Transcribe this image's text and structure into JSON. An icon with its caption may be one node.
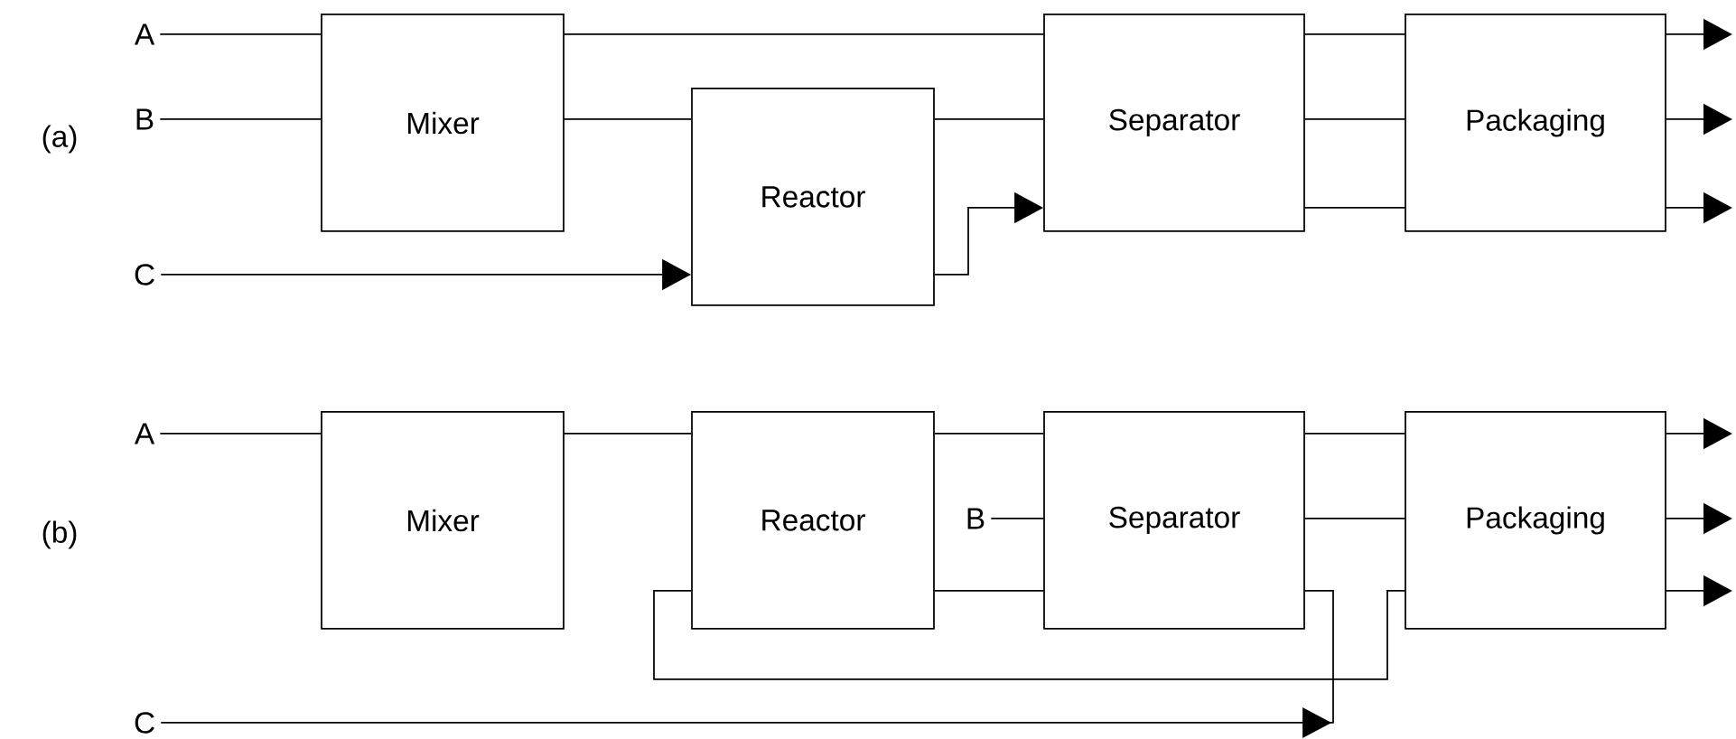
{
  "diagram": {
    "nodes": [
      {
        "text": [
          "A"
        ]
      },
      {
        "text": [
          "B"
        ]
      },
      {
        "text": [
          "C"
        ]
      },
      {
        "text": [
          "Mixer"
        ]
      },
      {
        "text": [
          "Reactor"
        ]
      },
      {
        "text": [
          "Separator"
        ]
      },
      {
        "text": [
          "Packaging"
        ]
      },
      {
        "text": [
          "A"
        ]
      },
      {
        "text": [
          "C"
        ]
      },
      {
        "text": [
          "Mixer"
        ]
      },
      {
        "text": [
          "Reactor"
        ]
      },
      {
        "text": [
          "B"
        ]
      },
      {
        "text": [
          "Separator"
        ]
      },
      {
        "text": [
          "Packaging"
        ]
      }
    ],
    "edges": [
      {
        "from": 0,
        "to": 3,
        "arrow": "none"
      },
      {
        "from": 3,
        "to": 5,
        "arrow": "none"
      },
      {
        "from": 5,
        "to": 6,
        "arrow": "none"
      },
      {
        "from": 5,
        "to": 6,
        "arrow": "none"
      },
      {
        "from": 5,
        "to": 6,
        "arrow": "none"
      },
      {
        "from": 6,
        "to": null,
        "arrow": "to"
      },
      {
        "from": 6,
        "to": null,
        "arrow": "to"
      },
      {
        "from": 6,
        "to": null,
        "arrow": "to"
      },
      {
        "from": 1,
        "to": 3,
        "arrow": "none"
      },
      {
        "from": 3,
        "to": 4,
        "arrow": "none"
      },
      {
        "from": 4,
        "to": 5,
        "arrow": "none"
      },
      {
        "from": 4,
        "to": 5,
        "arrow": "to"
      },
      {
        "from": 2,
        "to": 4,
        "arrow": "to"
      },
      {
        "from": 7,
        "to": 9,
        "arrow": "none"
      },
      {
        "from": 9,
        "to": 10,
        "arrow": "none"
      },
      {
        "from": 10,
        "to": 12,
        "arrow": "none"
      },
      {
        "from": 11,
        "to": 12,
        "arrow": "none"
      },
      {
        "from": 10,
        "to": 12,
        "arrow": "none"
      },
      {
        "from": 12,
        "to": 13,
        "arrow": "none"
      },
      {
        "from": 12,
        "to": 13,
        "arrow": "none"
      },
      {
        "from": 10,
        "to": 13,
        "arrow": "none"
      },
      {
        "from": 8,
        "to": 12,
        "arrow": "to"
      },
      {
        "from": 13,
        "to": null,
        "arrow": "to"
      },
      {
        "from": 13,
        "to": null,
        "arrow": "to"
      },
      {
        "from": 13,
        "to": null,
        "arrow": "to"
      }
    ],
    "labels": [
      "(a)",
      "(b)"
    ]
  }
}
